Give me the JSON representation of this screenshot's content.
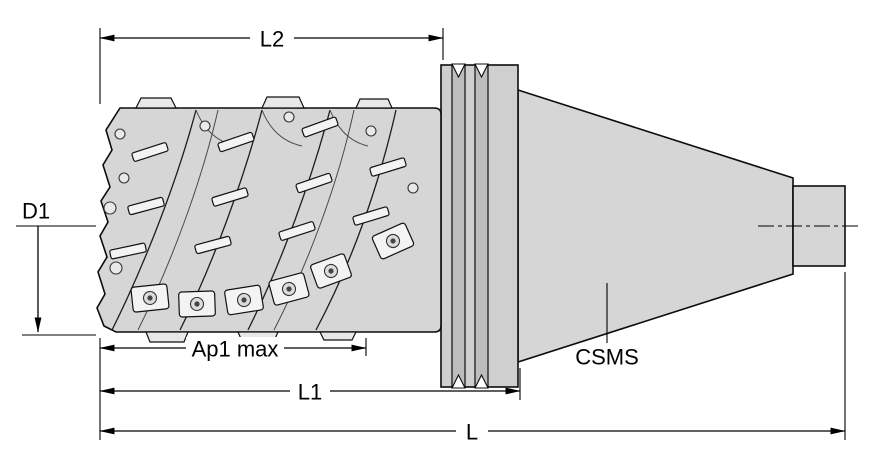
{
  "annotations": {
    "l2": "L2",
    "d1": "D1",
    "ap1_max": "Ap1 max",
    "l1": "L1",
    "l": "L",
    "csms": "CSMS"
  },
  "colors": {
    "line": "#000000",
    "cutter_body_fill": "#d6d6d6",
    "flange_fill": "#cfcfcf",
    "groove_fill": "#bdbdbd",
    "insert_fill": "#f3f3f3",
    "background": "#ffffff"
  }
}
